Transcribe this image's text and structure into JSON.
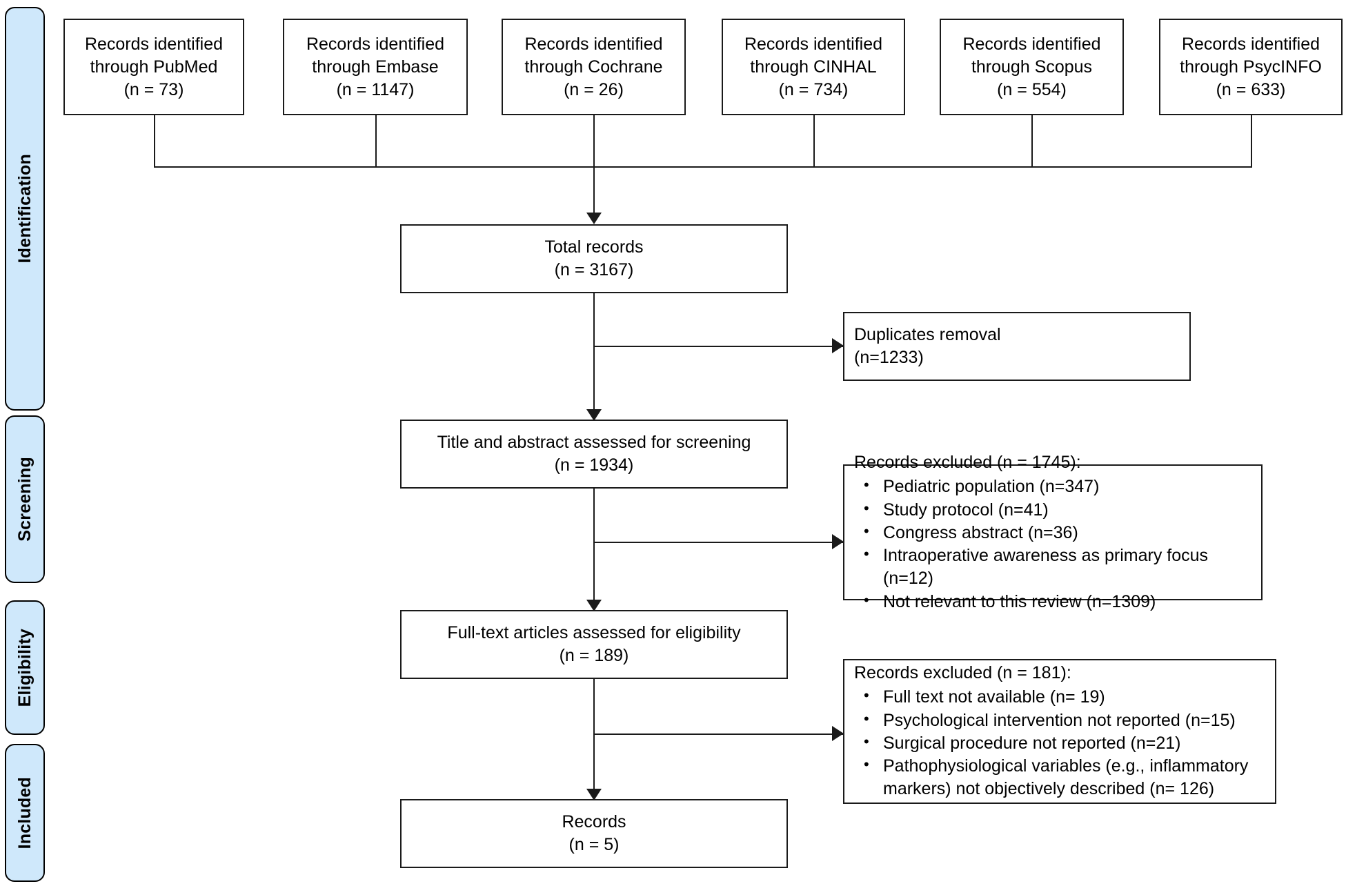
{
  "diagram": {
    "type": "prisma-flow-diagram",
    "accent_color": "#cfe8fb",
    "line_color": "#1a1a1a",
    "stages": [
      {
        "label": "Identification"
      },
      {
        "label": "Screening"
      },
      {
        "label": "Eligibility"
      },
      {
        "label": "Included"
      }
    ],
    "sources": [
      {
        "line1": "Records identified",
        "line2": "through PubMed",
        "count": "(n = 73)"
      },
      {
        "line1": "Records identified",
        "line2": "through Embase",
        "count": "(n = 1147)"
      },
      {
        "line1": "Records identified",
        "line2": "through Cochrane",
        "count": "(n = 26)"
      },
      {
        "line1": "Records identified",
        "line2": "through CINHAL",
        "count": "(n = 734)"
      },
      {
        "line1": "Records identified",
        "line2": "through Scopus",
        "count": "(n = 554)"
      },
      {
        "line1": "Records identified",
        "line2": "through PsycINFO",
        "count": "(n = 633)"
      }
    ],
    "total_records": {
      "line1": "Total records",
      "count": "(n = 3167)"
    },
    "duplicates": {
      "line1": "Duplicates removal",
      "count": "(n=1233)"
    },
    "screening": {
      "line1": "Title and abstract assessed for screening",
      "count": "(n = 1934)"
    },
    "excluded_screening": {
      "title": "Records excluded (n = 1745):",
      "items": [
        "Pediatric population (n=347)",
        "Study protocol (n=41)",
        "Congress abstract (n=36)",
        "Intraoperative awareness as primary focus (n=12)",
        "Not relevant to this review (n=1309)"
      ]
    },
    "eligibility": {
      "line1": "Full-text articles assessed for eligibility",
      "count": "(n = 189)"
    },
    "excluded_eligibility": {
      "title": "Records excluded (n = 181):",
      "items": [
        "Full text not available (n= 19)",
        "Psychological intervention not reported (n=15)",
        "Surgical procedure not reported (n=21)",
        "Pathophysiological variables (e.g., inflammatory markers) not objectively described (n= 126)"
      ]
    },
    "included": {
      "line1": "Records",
      "count": "(n = 5)"
    }
  }
}
